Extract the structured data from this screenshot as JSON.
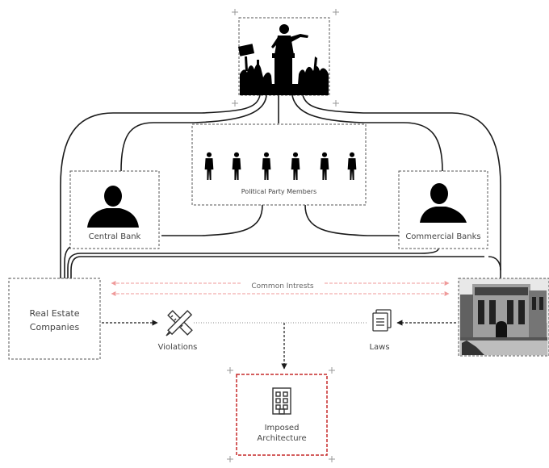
{
  "nodes": {
    "political_leader": {
      "label": ""
    },
    "party_members": {
      "label": "Political Party Members"
    },
    "central_bank": {
      "label": "Central Bank"
    },
    "commercial_banks": {
      "label": "Commercial Banks"
    },
    "real_estate": {
      "label_line1": "Real Estate",
      "label_line2": "Companies"
    },
    "government_building": {
      "label": ""
    },
    "violations": {
      "label": "Violations",
      "icon": "ruler-pencil-icon"
    },
    "laws": {
      "label": "Laws",
      "icon": "documents-icon"
    },
    "imposed_architecture": {
      "label_line1": "Imposed",
      "label_line2": "Architecture",
      "icon": "building-icon"
    }
  },
  "links": {
    "common_interests": {
      "label": "Common Intrests"
    }
  },
  "colors": {
    "line": "#1a1a1a",
    "dashed_box": "#555555",
    "accent_red": "#c62828",
    "pink_arrow": "#ef9a9a",
    "dotted_line": "#888888"
  }
}
